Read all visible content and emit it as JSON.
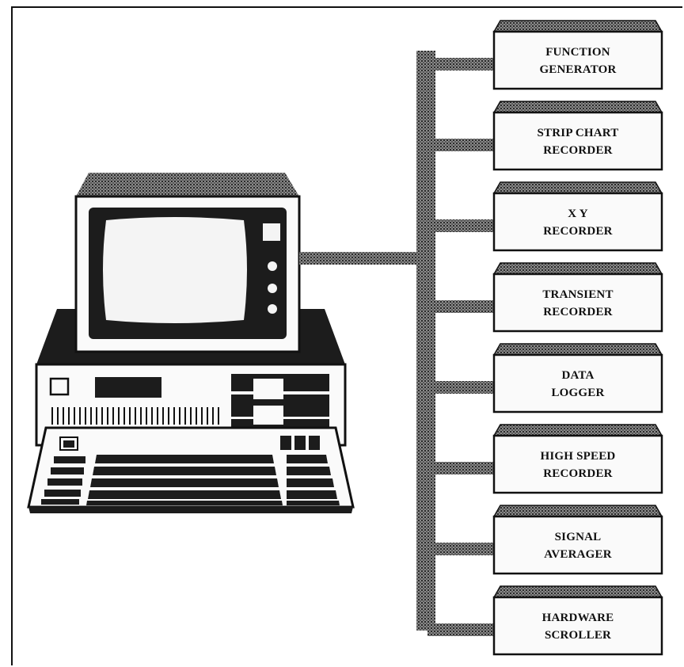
{
  "devices": [
    {
      "line1": "FUNCTION",
      "line2": "GENERATOR"
    },
    {
      "line1": "STRIP CHART",
      "line2": "RECORDER"
    },
    {
      "line1": "X Y",
      "line2": "RECORDER"
    },
    {
      "line1": "TRANSIENT",
      "line2": "RECORDER"
    },
    {
      "line1": "DATA",
      "line2": "LOGGER"
    },
    {
      "line1": "HIGH SPEED",
      "line2": "RECORDER"
    },
    {
      "line1": "SIGNAL",
      "line2": "AVERAGER"
    },
    {
      "line1": "HARDWARE",
      "line2": "SCROLLER"
    }
  ]
}
